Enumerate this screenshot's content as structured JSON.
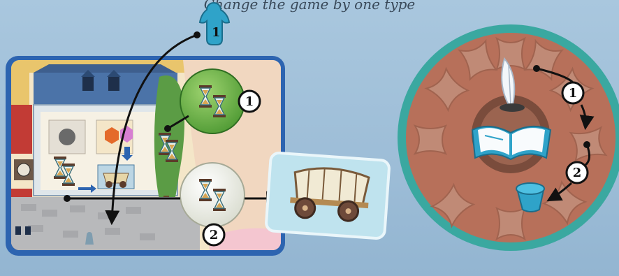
{
  "caption": "Change the game by one type",
  "meeple": {
    "label": "1",
    "color": "#2fa3c9"
  },
  "steps": {
    "one": "1",
    "two": "2",
    "wheel_one": "1",
    "wheel_two": "2"
  },
  "colors": {
    "board_frame": "#2d64b0",
    "wheel_ring": "#3aa8a0",
    "wheel_bg": "#b7705a",
    "badge_green": "#6aae4a",
    "badge_white": "#eef0e6",
    "accent_blue": "#2fa3c9"
  },
  "icons": {
    "hourglass": "hourglass-icon",
    "wagon": "covered-wagon-icon",
    "book": "book-icon",
    "quill": "quill-icon",
    "token": "worker-token-icon"
  }
}
